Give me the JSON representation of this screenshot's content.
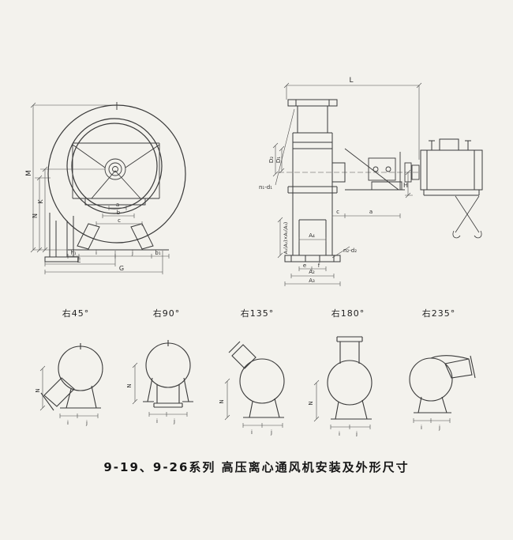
{
  "page": {
    "caption": "9-19、9-26系列 高压离心通风机安装及外形尺寸"
  },
  "front_view": {
    "labels": {
      "M": "M",
      "N": "N",
      "K": "K",
      "E": "E",
      "G": "G",
      "h1": "h₁",
      "i": "i",
      "j": "j",
      "b1": "b₁",
      "a": "a",
      "b": "b",
      "c": "c"
    }
  },
  "side_view": {
    "labels": {
      "L": "L",
      "H": "H",
      "A4": "A₄",
      "D2": "D₂",
      "D1": "D₁",
      "n1d1": "n₁-d₁",
      "n2d2": "n₂-d₂",
      "flange_size": "A₁(A₂)×A₁(A₃)",
      "e": "e",
      "f": "f",
      "c": "c",
      "a": "a",
      "A2": "A₂",
      "A3": "A₃"
    }
  },
  "orientations": [
    {
      "label": "右45°",
      "dims": {
        "N": "N",
        "i": "i",
        "j": "j"
      }
    },
    {
      "label": "右90°",
      "dims": {
        "N": "N",
        "i": "i",
        "j": "j"
      }
    },
    {
      "label": "右135°",
      "dims": {
        "N": "N",
        "i": "i",
        "j": "j"
      }
    },
    {
      "label": "右180°",
      "dims": {
        "N": "N",
        "i": "i",
        "j": "j"
      }
    },
    {
      "label": "右235°",
      "dims": {
        "i": "i",
        "j": "j"
      }
    }
  ]
}
